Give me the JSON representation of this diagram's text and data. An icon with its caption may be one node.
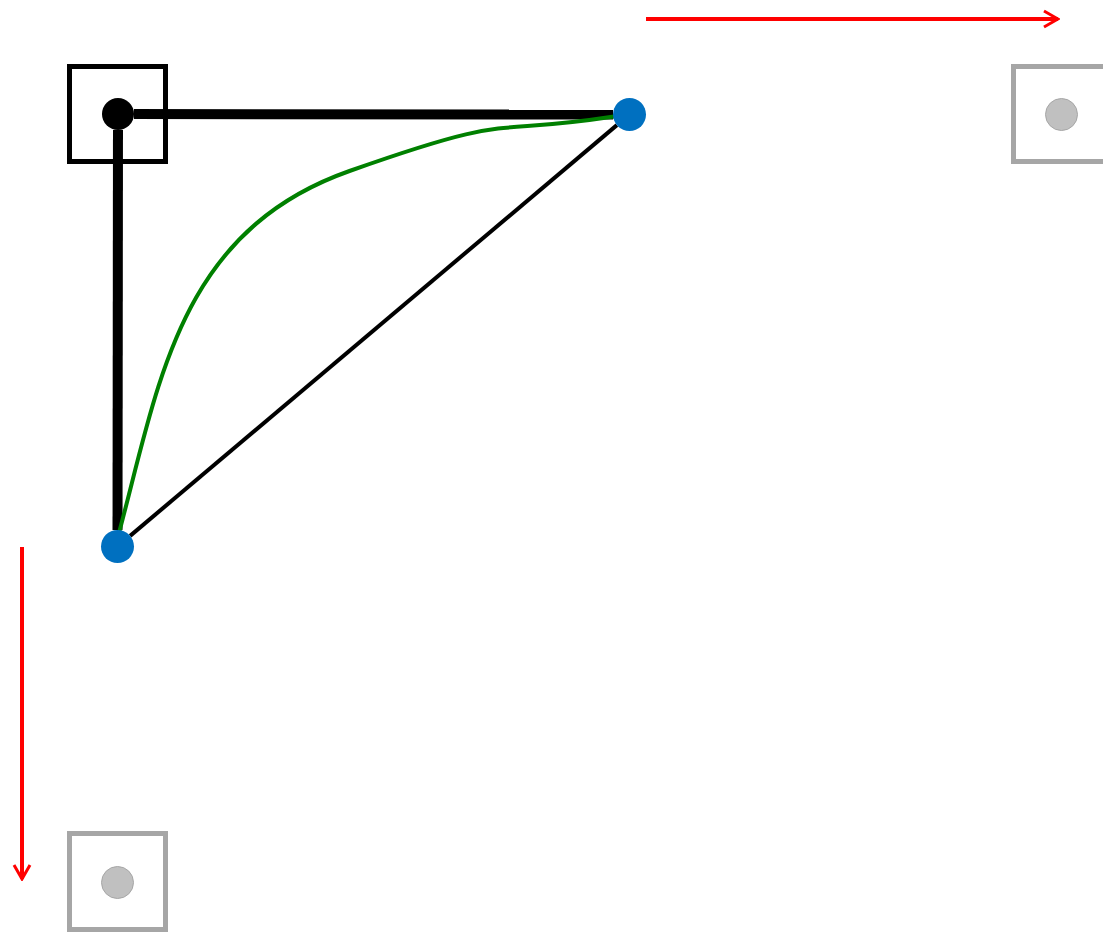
{
  "diagram": {
    "nodes": [
      {
        "text": [],
        "shape": "box"
      },
      {
        "text": [],
        "shape": "circle",
        "in": 0
      },
      {
        "text": [],
        "shape": "circle"
      },
      {
        "text": [],
        "shape": "box"
      },
      {
        "text": [],
        "shape": "circle",
        "in": 3
      },
      {
        "text": [],
        "shape": "circle"
      },
      {
        "text": [],
        "shape": "box"
      },
      {
        "text": [],
        "shape": "circle",
        "in": 6
      }
    ],
    "edges": [
      {
        "from": 1,
        "to": 2,
        "arrow": "none",
        "style": "thick"
      },
      {
        "from": 1,
        "to": 5,
        "arrow": "none",
        "style": "thick"
      },
      {
        "from": 2,
        "to": 5,
        "arrow": "none"
      },
      {
        "from": 5,
        "to": 2,
        "arrow": "none",
        "color": "#008000"
      }
    ]
  }
}
